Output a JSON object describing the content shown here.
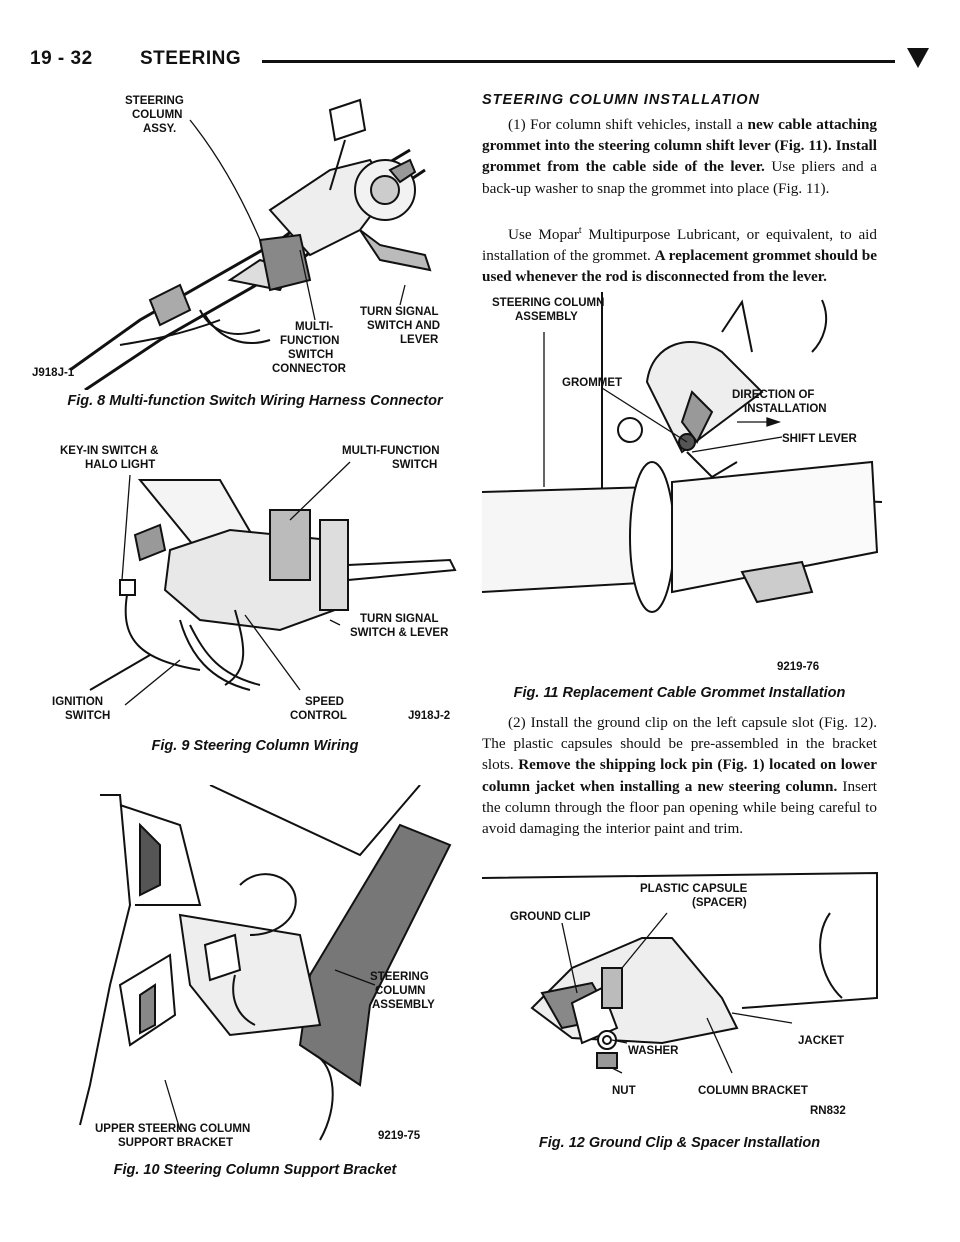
{
  "header": {
    "page_number": "19 - 32",
    "section_title": "STEERING"
  },
  "figures": {
    "fig8": {
      "caption": "Fig. 8 Multi-function Switch Wiring Harness Connector",
      "labels": {
        "steering_column_1": "STEERING",
        "steering_column_2": "COLUMN",
        "steering_column_3": "ASSY.",
        "multi_1": "MULTI-",
        "multi_2": "FUNCTION",
        "multi_3": "SWITCH",
        "multi_4": "CONNECTOR",
        "turn_1": "TURN SIGNAL",
        "turn_2": "SWITCH AND",
        "turn_3": "LEVER",
        "code": "J918J-1"
      }
    },
    "fig9": {
      "caption": "Fig. 9 Steering Column Wiring",
      "labels": {
        "keyin_1": "KEY-IN SWITCH &",
        "keyin_2": "HALO LIGHT",
        "mfs_1": "MULTI-FUNCTION",
        "mfs_2": "SWITCH",
        "turn_1": "TURN SIGNAL",
        "turn_2": "SWITCH & LEVER",
        "ign_1": "IGNITION",
        "ign_2": "SWITCH",
        "speed_1": "SPEED",
        "speed_2": "CONTROL",
        "code": "J918J-2"
      }
    },
    "fig10": {
      "caption": "Fig. 10 Steering Column Support Bracket",
      "labels": {
        "col_1": "STEERING",
        "col_2": "COLUMN",
        "col_3": "ASSEMBLY",
        "bracket_1": "UPPER STEERING COLUMN",
        "bracket_2": "SUPPORT BRACKET",
        "code": "9219-75"
      }
    },
    "fig11": {
      "caption": "Fig. 11 Replacement Cable Grommet Installation",
      "labels": {
        "asm_1": "STEERING COLUMN",
        "asm_2": "ASSEMBLY",
        "grommet": "GROMMET",
        "dir_1": "DIRECTION OF",
        "dir_2": "INSTALLATION",
        "shift": "SHIFT LEVER",
        "code": "9219-76"
      }
    },
    "fig12": {
      "caption": "Fig. 12 Ground Clip & Spacer Installation",
      "labels": {
        "capsule_1": "PLASTIC CAPSULE",
        "capsule_2": "(SPACER)",
        "ground": "GROUND CLIP",
        "washer": "WASHER",
        "jacket": "JACKET",
        "nut": "NUT",
        "bracket": "COLUMN BRACKET",
        "code": "RN832"
      }
    }
  },
  "section": {
    "heading": "STEERING COLUMN INSTALLATION",
    "p1": {
      "a": "(1) For column shift vehicles, install a ",
      "b": "new cable attaching grommet into the steering column shift lever (Fig. 11). Install grommet from the cable side of the lever.",
      "c": " Use pliers and a back-up washer to snap the grommet into place (Fig. 11)."
    },
    "p2": {
      "a": "Use Mopar",
      "reg": "t",
      "b": " Multipurpose Lubricant, or equivalent, to aid installation of the grommet. ",
      "c": "A replacement grommet should be used whenever the rod is disconnected from the lever."
    },
    "p3": {
      "a": "(2) Install the ground clip on the left capsule slot (Fig. 12). The plastic capsules should be pre-assembled in the bracket slots. ",
      "b": "Remove the shipping lock pin (Fig. 1) located on lower column jacket when installing a new steering column.",
      "c": " Insert the column through the floor pan opening while being careful to avoid damaging the interior paint and trim."
    }
  }
}
